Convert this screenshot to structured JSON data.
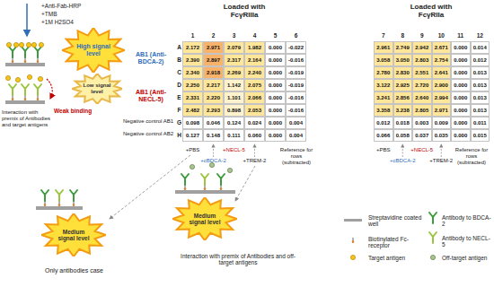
{
  "diagram": {
    "nodes": [
      {
        "text": [
          "High signal level"
        ]
      },
      {
        "text": [
          "Low signal level"
        ]
      },
      {
        "text": [
          "Medium signal level"
        ]
      },
      {
        "text": [
          "Medium signal level"
        ]
      }
    ],
    "labels": [
      "+Anti-Fab-HRP",
      "+TMB",
      "+1M H2SO4",
      "Weak binding",
      "Interaction with premix of Antibodies and target antigens",
      "Loaded with FcγRIIIa",
      "Loaded with FcγRIIa",
      "1",
      "2",
      "3",
      "4",
      "5",
      "6",
      "7",
      "8",
      "9",
      "10",
      "11",
      "12",
      "A",
      "B",
      "C",
      "D",
      "E",
      "F",
      "G",
      "H",
      "AB1 (Anti-BDCA-2)",
      "AB1 (Anti-NECL-5)",
      "Negative control AB1",
      "Negative control AB2",
      "2.172",
      "2.971",
      "2.079",
      "1.982",
      "0.000",
      "-0.022",
      "2.961",
      "2.749",
      "2.942",
      "2.671",
      "0.000",
      "0.014",
      "2.390",
      "2.897",
      "2.317",
      "2.164",
      "0.000",
      "-0.016",
      "3.058",
      "3.050",
      "2.803",
      "2.754",
      "0.000",
      "0.012",
      "2.340",
      "2.918",
      "2.269",
      "2.240",
      "0.000",
      "-0.019",
      "2.780",
      "2.830",
      "2.551",
      "2.641",
      "0.000",
      "0.013",
      "2.250",
      "2.217",
      "1.142",
      "2.075",
      "0.000",
      "-0.019",
      "3.122",
      "2.925",
      "2.720",
      "2.900",
      "0.000",
      "0.013",
      "2.331",
      "2.220",
      "1.101",
      "2.066",
      "0.000",
      "-0.016",
      "3.241",
      "2.856",
      "2.640",
      "2.994",
      "0.000",
      "0.013",
      "2.482",
      "2.293",
      "0.898",
      "2.053",
      "0.000",
      "-0.016",
      "3.358",
      "3.238",
      "2.805",
      "2.971",
      "0.000",
      "0.013",
      "0.098",
      "0.046",
      "0.124",
      "0.024",
      "0.000",
      "0.004",
      "0.012",
      "0.018",
      "0.003",
      "0.009",
      "0.000",
      "0.011",
      "0.127",
      "0.148",
      "0.111",
      "0.060",
      "0.000",
      "0.004",
      "0.066",
      "0.058",
      "0.037",
      "0.035",
      "0.000",
      "0.015",
      "+PBS",
      "+cBDCA-2",
      "+NECL-5",
      "+TREM-2",
      "Reference for rows (subtracted)",
      "+PBS",
      "+cBDCA-2",
      "+NECL-5",
      "+TREM-2",
      "Reference for rows (subtracted)",
      "Only antibodies case",
      "Interaction with premix of Antibodies and off-target antigens"
    ],
    "legend": [
      {
        "text": "Streptavidine coated well"
      },
      {
        "text": "Biotinylated Fc-receptor"
      },
      {
        "text": "Target antigen"
      },
      {
        "text": "Antibody to BDCA-2"
      },
      {
        "text": "Antibody to NECL-5"
      },
      {
        "text": "Off-target antigen"
      }
    ]
  }
}
